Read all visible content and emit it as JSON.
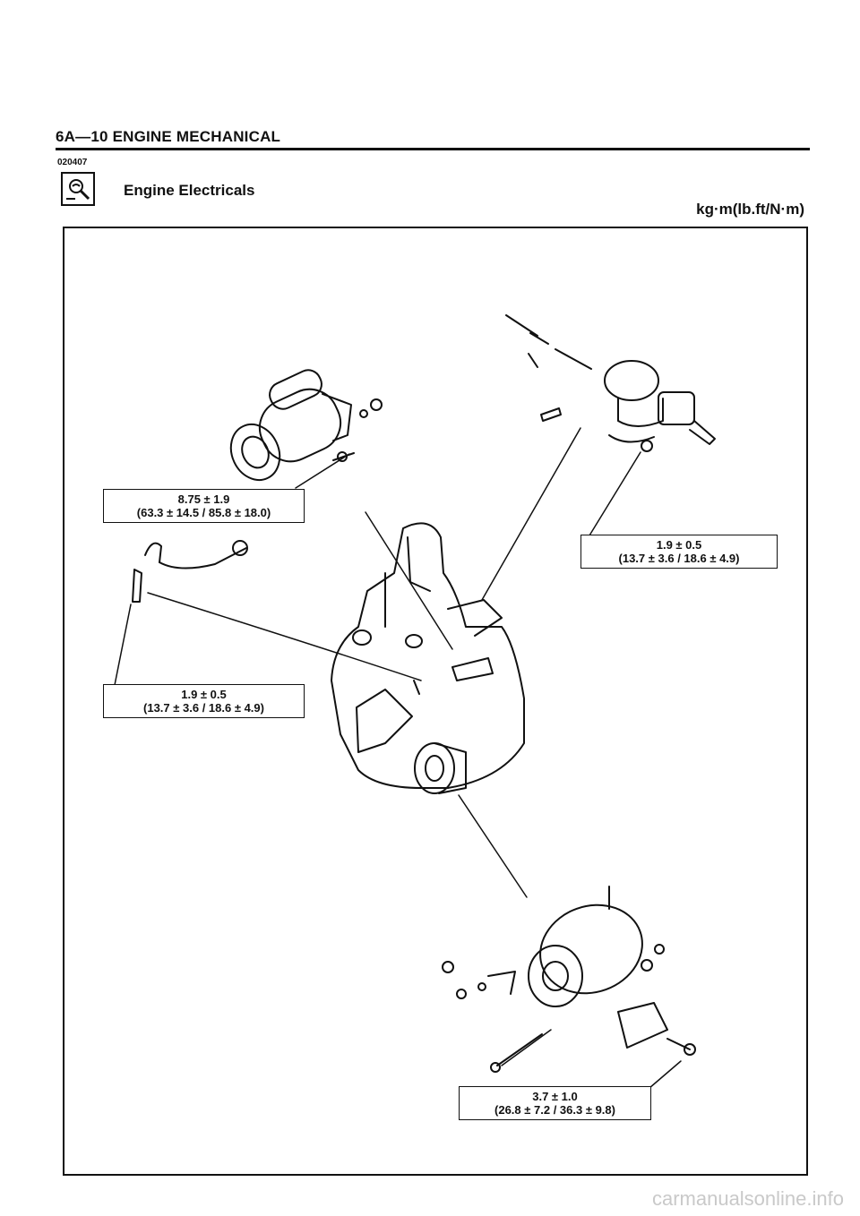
{
  "header": {
    "title": "6A—10 ENGINE MECHANICAL",
    "code": "020407",
    "section_title": "Engine Electricals",
    "unit": "kg·m(lb.ft/N·m)"
  },
  "icon": "wrench-inspection-icon",
  "torque_specs": [
    {
      "id": "starter",
      "value": "8.75 ± 1.9",
      "imperial": "(63.3 ± 14.5 / 85.8 ± 18.0)"
    },
    {
      "id": "distributor",
      "value": "1.9 ± 0.5",
      "imperial": "(13.7 ± 3.6 / 18.6 ± 4.9)"
    },
    {
      "id": "spark-plug",
      "value": "1.9 ± 0.5",
      "imperial": "(13.7 ± 3.6 / 18.6 ± 4.9)"
    },
    {
      "id": "alternator",
      "value": "3.7 ± 1.0",
      "imperial": "(26.8 ± 7.2 / 36.3 ± 9.8)"
    }
  ],
  "watermark": "carmanualsonline.info"
}
